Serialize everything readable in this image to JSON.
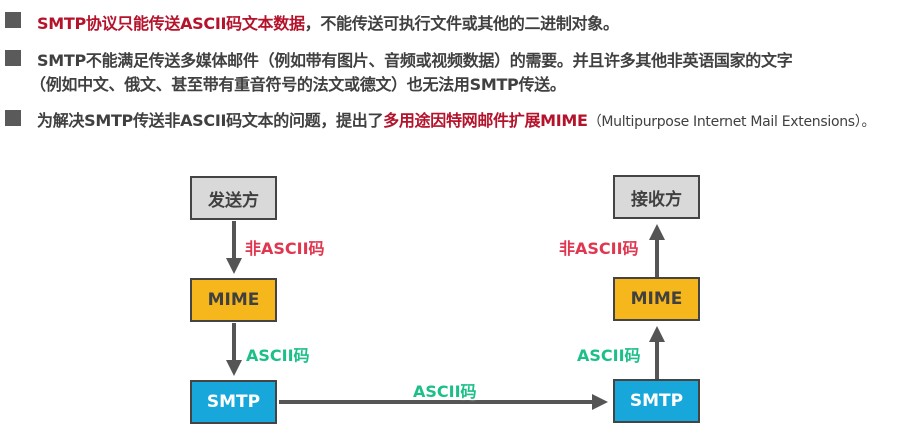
{
  "bullets": [
    {
      "red": "SMTP协议只能传送ASCII码文本数据",
      "rest": "，不能传送可执行文件或其他的二进制对象。"
    },
    {
      "line1": "SMTP不能满足传送多媒体邮件（例如带有图片、音频或视频数据）的需要。并且许多其他非英语国家的文字",
      "line2": "（例如中文、俄文、甚至带有重音符号的法文或德文）也无法用SMTP传送。"
    },
    {
      "pre": "为解决SMTP传送非ASCII码文本的问题，提出了",
      "red": "多用途因特网邮件扩展MIME",
      "post": "（Multipurpose Internet Mail Extensions）。"
    }
  ],
  "diagram": {
    "sender": "发送方",
    "receiver": "接收方",
    "mime": "MIME",
    "smtp": "SMTP",
    "non_ascii": "非ASCII码",
    "ascii": "ASCII码"
  },
  "colors": {
    "red": "#b5122b",
    "gray_box": "#d9d9d9",
    "mime_box": "#f5b71b",
    "smtp_box": "#17a7db"
  }
}
